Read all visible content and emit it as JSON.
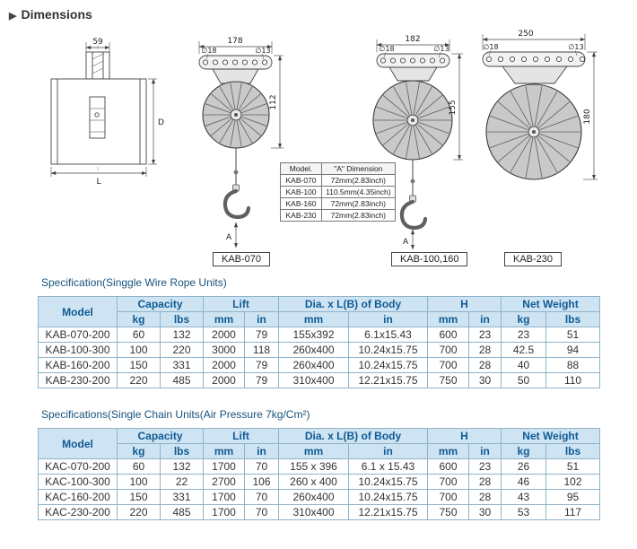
{
  "header": {
    "marker": "▶",
    "title": "Dimensions"
  },
  "diagrams": {
    "side_view": {
      "width_dim": "59",
      "height_dim": "D",
      "length_dim": "L"
    },
    "kab070": {
      "top_dim": "178",
      "hole_dia_left": "∅18",
      "hole_dia_right": "∅13",
      "body_dim": "112",
      "a_dim": "A",
      "label": "KAB-070"
    },
    "kab100_160": {
      "top_dim": "182",
      "hole_dia_left": "∅18",
      "hole_dia_right": "∅13",
      "body_dim": "155",
      "a_dim": "A",
      "label": "KAB-100,160"
    },
    "kab230": {
      "top_dim": "250",
      "hole_dia_left": "∅18",
      "hole_dia_right": "∅13",
      "body_dim": "180",
      "label": "KAB-230"
    }
  },
  "dimension_table": {
    "headers": [
      "Model.",
      "\"A\" Dimension"
    ],
    "rows": [
      [
        "KAB-070",
        "72mm(2.83inch)"
      ],
      [
        "KAB-100",
        "110.5mm(4.35inch)"
      ],
      [
        "KAB-160",
        "72mm(2.83inch)"
      ],
      [
        "KAB-230",
        "72mm(2.83inch)"
      ]
    ]
  },
  "spec_table_1": {
    "caption": "Specification(Singgle Wire Rope Units)",
    "col_groups": [
      "Model",
      "Capacity",
      "Lift",
      "Dia. x L(B) of Body",
      "H",
      "Net Weight"
    ],
    "sub_headers": [
      "kg",
      "lbs",
      "mm",
      "in",
      "mm",
      "in",
      "mm",
      "in",
      "kg",
      "lbs"
    ],
    "rows": [
      [
        "KAB-070-200",
        "60",
        "132",
        "2000",
        "79",
        "155x392",
        "6.1x15.43",
        "600",
        "23",
        "23",
        "51"
      ],
      [
        "KAB-100-300",
        "100",
        "220",
        "3000",
        "118",
        "260x400",
        "10.24x15.75",
        "700",
        "28",
        "42.5",
        "94"
      ],
      [
        "KAB-160-200",
        "150",
        "331",
        "2000",
        "79",
        "260x400",
        "10.24x15.75",
        "700",
        "28",
        "40",
        "88"
      ],
      [
        "KAB-230-200",
        "220",
        "485",
        "2000",
        "79",
        "310x400",
        "12.21x15.75",
        "750",
        "30",
        "50",
        "110"
      ]
    ]
  },
  "spec_table_2": {
    "caption": "Specifications(Single Chain Units(Air Pressure 7kg/Cm²)",
    "col_groups": [
      "Model",
      "Capacity",
      "Lift",
      "Dia. x L(B) of Body",
      "H",
      "Net Weight"
    ],
    "sub_headers": [
      "kg",
      "lbs",
      "mm",
      "in",
      "mm",
      "in",
      "mm",
      "in",
      "kg",
      "lbs"
    ],
    "rows": [
      [
        "KAC-070-200",
        "60",
        "132",
        "1700",
        "70",
        "155 x 396",
        "6.1 x 15.43",
        "600",
        "23",
        "26",
        "51"
      ],
      [
        "KAC-100-300",
        "100",
        "22",
        "2700",
        "106",
        "260 x 400",
        "10.24x15.75",
        "700",
        "28",
        "46",
        "102"
      ],
      [
        "KAC-160-200",
        "150",
        "331",
        "1700",
        "70",
        "260x400",
        "10.24x15.75",
        "700",
        "28",
        "43",
        "95"
      ],
      [
        "KAC-230-200",
        "220",
        "485",
        "1700",
        "70",
        "310x400",
        "12.21x15.75",
        "750",
        "30",
        "53",
        "117"
      ]
    ]
  },
  "colors": {
    "table_header_bg": "#cfe4f3",
    "table_header_text": "#0f5a94",
    "table_border": "#8fb3ca",
    "caption_text": "#17527c"
  }
}
